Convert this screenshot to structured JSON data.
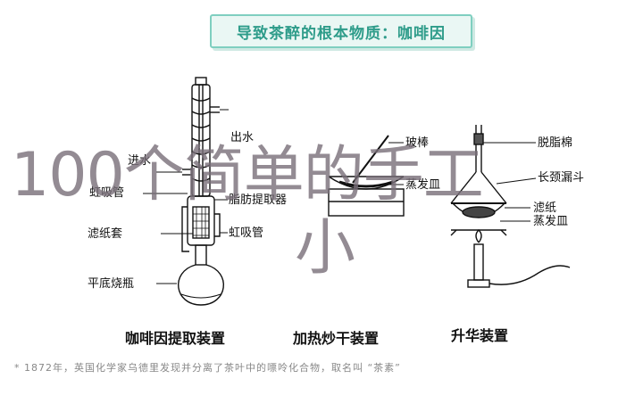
{
  "title": "导致茶醉的根本物质：咖啡因",
  "apparatus_1": {
    "caption": "咖啡因提取装置",
    "labels": {
      "water_out": "出水",
      "water_in": "进水",
      "siphon": "虹吸管",
      "filter_sleeve": "滤纸套",
      "flask": "平底烧瓶",
      "extractor": "脂肪提取器",
      "siphon_tube": "虹吸管"
    }
  },
  "apparatus_2": {
    "caption": "加热炒干装置",
    "labels": {
      "glass_rod": "玻棒",
      "evaporating_dish": "蒸发皿"
    }
  },
  "apparatus_3": {
    "caption": "升华装置",
    "labels": {
      "cotton": "脱脂棉",
      "funnel": "长颈漏斗",
      "filter_paper": "滤纸",
      "evaporating_dish": "蒸发皿"
    }
  },
  "watermark": {
    "line1": "100个简单的手工",
    "line2": "小"
  },
  "footnote": "* 1872年，英国化学家乌德里发现并分离了茶叶中的嘌呤化合物，取名叫 “茶素”",
  "colors": {
    "title_text": "#2e9c8a",
    "title_border": "#7fcfc0",
    "title_bg": "#eaf7f4"
  }
}
